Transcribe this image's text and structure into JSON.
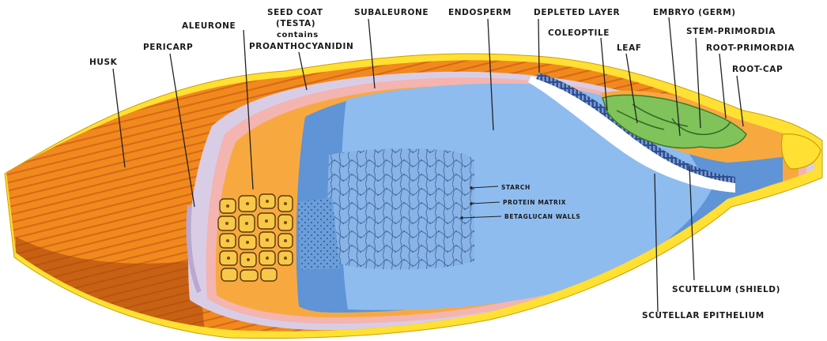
{
  "labels": {
    "husk": "HUSK",
    "pericarp": "PERICARP",
    "aleurone": "ALEURONE",
    "seed_coat_1": "SEED COAT",
    "seed_coat_2": "(TESTA)",
    "seed_coat_3": "contains",
    "proanthocyanidin": "PROANTHOCYANIDIN",
    "subaleurone": "SUBALEURONE",
    "endosperm": "ENDOSPERM",
    "depleted_layer": "DEPLETED LAYER",
    "coleoptile": "COLEOPTILE",
    "embryo": "EMBRYO (GERM)",
    "leaf": "LEAF",
    "stem_primordia": "STEM-PRIMORDIA",
    "root_primordia": "ROOT-PRIMORDIA",
    "root_cap": "ROOT-CAP",
    "starch": "STARCH",
    "protein_matrix": "PROTEIN MATRIX",
    "betaglucan_walls": "BETAGLUCAN WALLS",
    "scutellum": "SCUTELLUM (SHIELD)",
    "scutellar_epithelium": "SCUTELLAR EPITHELIUM"
  },
  "colors": {
    "husk": "#f08a1c",
    "husk_dark": "#c95a10",
    "pericarp": "#d9cde6",
    "seed_coat": "#f4b4b0",
    "aleurone_bg": "#f7a940",
    "aleurone_cell": "#f8c848",
    "subaleurone": "#5f94d6",
    "endosperm": "#8ebcef",
    "embryo": "#7fc35a",
    "scutellum": "#ffffff",
    "epithelium": "#3b5fa6",
    "outer_yellow": "#ffe033"
  }
}
